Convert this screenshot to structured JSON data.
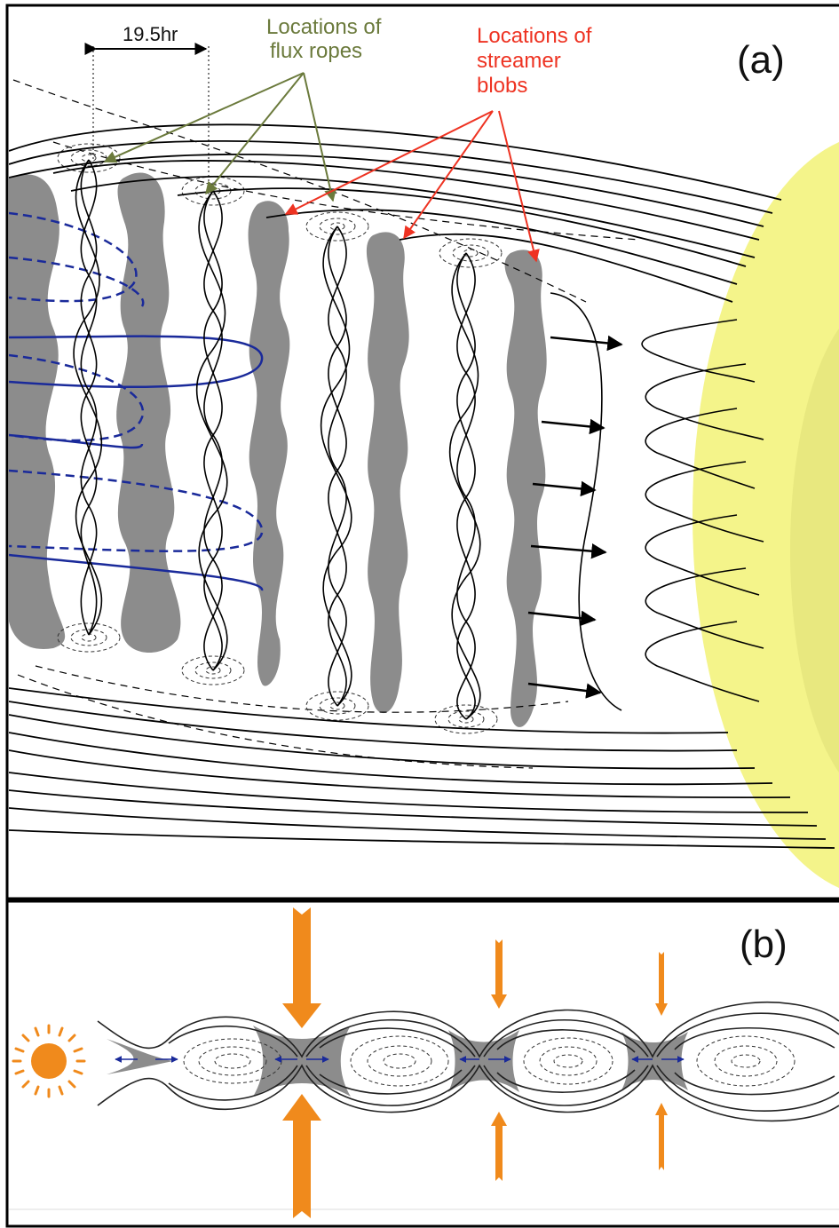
{
  "panel_a": {
    "label": "(a)",
    "scale_label": "19.5hr",
    "annotations": {
      "flux_ropes": [
        "Locations of",
        "flux ropes"
      ],
      "streamer_blobs": [
        "Locations of",
        "streamer",
        "blobs"
      ]
    },
    "colors": {
      "flux_rope_annotation": "#6b7a3c",
      "blob_annotation": "#ee3322",
      "blob_fill": "#8c8c8c",
      "sun_fill": "#f4f48a",
      "field_lines_blue": "#1a2a9a",
      "field_lines_black": "#000000"
    }
  },
  "panel_b": {
    "label": "(b)",
    "colors": {
      "arrows": "#f08a1c",
      "sun_icon": "#f08a1c",
      "reconnection_region": "#8c8c8c",
      "outflow_arrows": "#1a2a9a"
    }
  }
}
